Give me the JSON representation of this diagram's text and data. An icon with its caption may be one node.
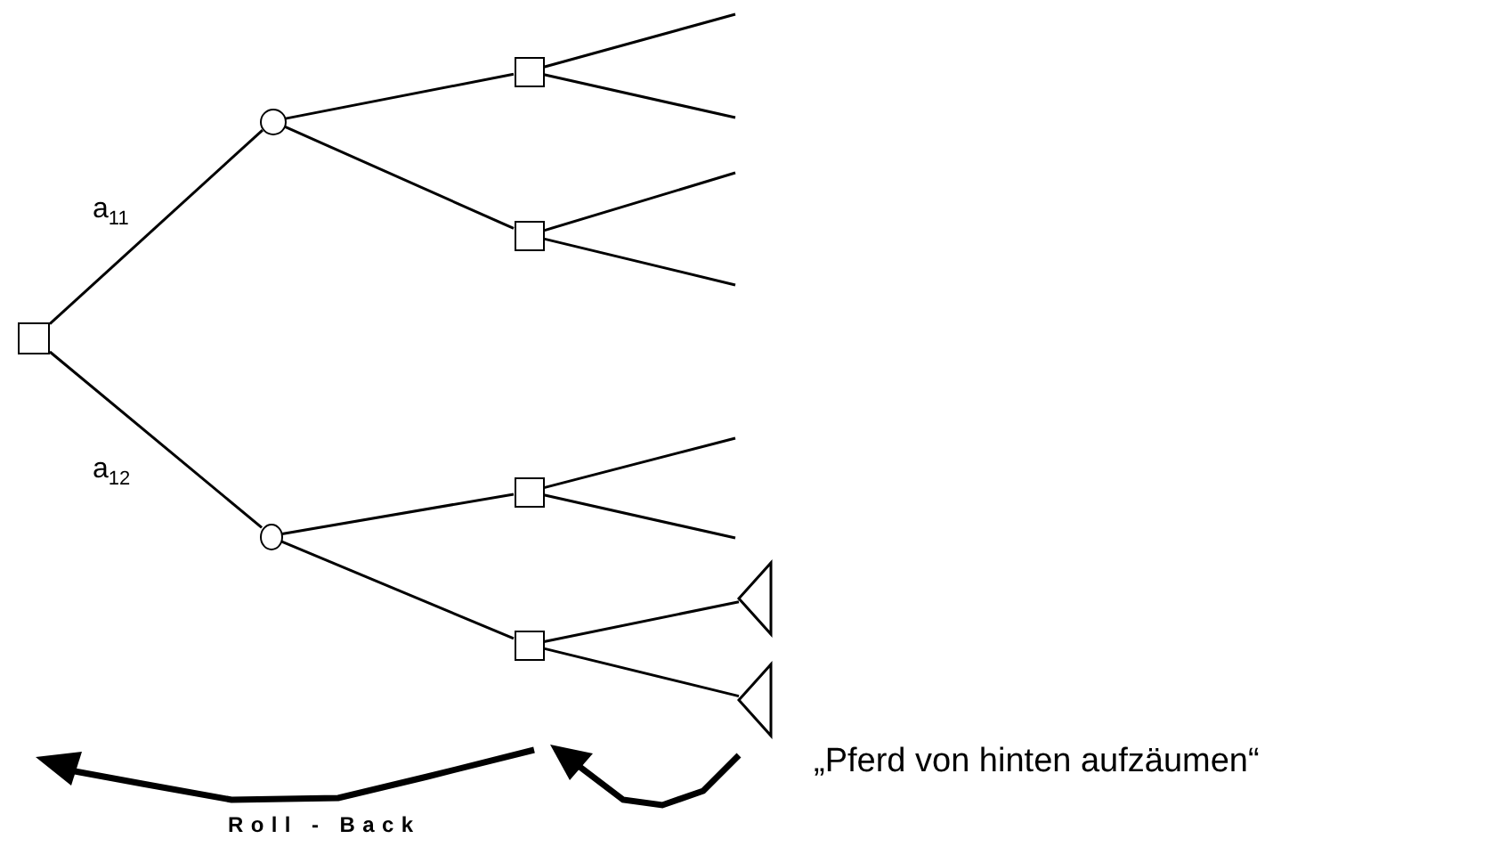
{
  "diagram": {
    "nodes": [
      {
        "text": [],
        "shape": "box"
      },
      {
        "text": [],
        "shape": "circle"
      },
      {
        "text": [],
        "shape": "circle"
      },
      {
        "text": [],
        "shape": "box"
      },
      {
        "text": [],
        "shape": "box"
      },
      {
        "text": [],
        "shape": "box"
      },
      {
        "text": [],
        "shape": "box"
      },
      {
        "text": [],
        "shape": "triangle"
      },
      {
        "text": [],
        "shape": "triangle"
      }
    ],
    "edges": [
      {
        "from": 0,
        "to": 1,
        "arrow": "none",
        "label": "a$_{11}$"
      },
      {
        "from": 0,
        "to": 2,
        "arrow": "none",
        "label": "a$_{12}$"
      },
      {
        "from": 1,
        "to": 3,
        "arrow": "none"
      },
      {
        "from": 1,
        "to": 4,
        "arrow": "none"
      },
      {
        "from": 2,
        "to": 5,
        "arrow": "none"
      },
      {
        "from": 2,
        "to": 6,
        "arrow": "none"
      },
      {
        "from": 3,
        "to": null,
        "arrow": "none"
      },
      {
        "from": 3,
        "to": null,
        "arrow": "none"
      },
      {
        "from": 4,
        "to": null,
        "arrow": "none"
      },
      {
        "from": 4,
        "to": null,
        "arrow": "none"
      },
      {
        "from": 5,
        "to": null,
        "arrow": "none"
      },
      {
        "from": 5,
        "to": null,
        "arrow": "none"
      },
      {
        "from": 6,
        "to": 7,
        "arrow": "none"
      },
      {
        "from": 6,
        "to": 8,
        "arrow": "none"
      }
    ],
    "labels": [
      "Roll - Back",
      "„Pferd von hinten aufzäumen“"
    ]
  }
}
